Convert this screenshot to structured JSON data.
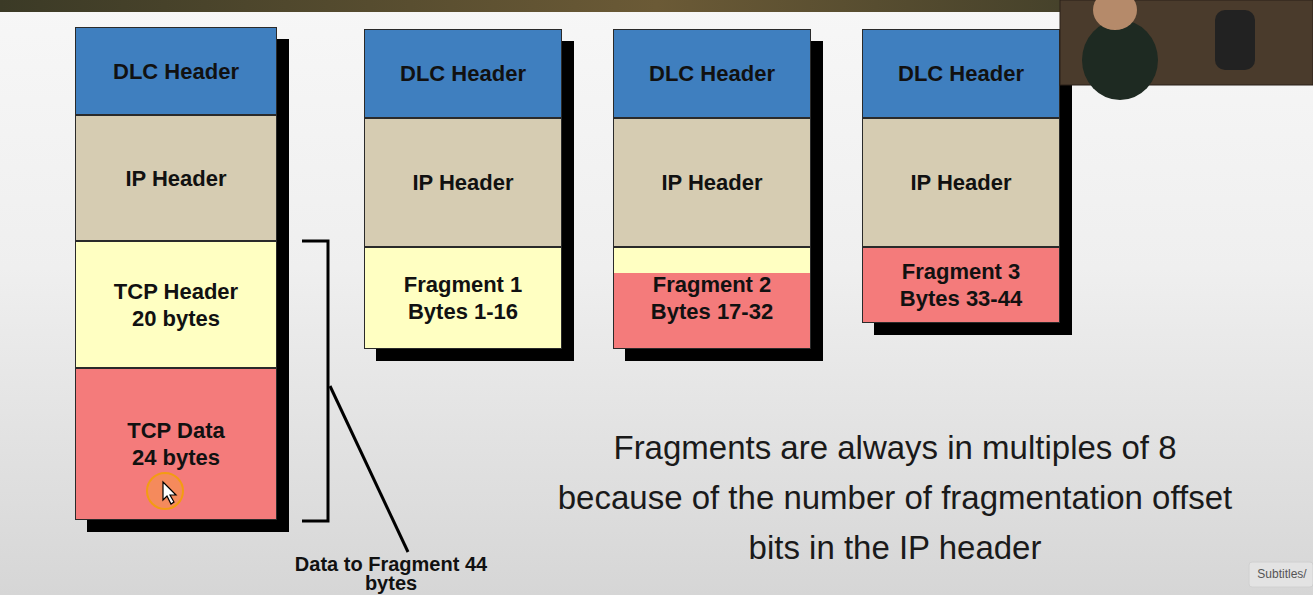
{
  "diagram": {
    "nodes": [
      {
        "text": [
          "DLC Header"
        ]
      },
      {
        "text": [
          "IP Header"
        ]
      },
      {
        "text": [
          "TCP Header 20 bytes"
        ]
      },
      {
        "text": [
          "TCP Data 24 bytes"
        ]
      },
      {
        "text": [
          "DLC Header"
        ]
      },
      {
        "text": [
          "IP Header"
        ]
      },
      {
        "text": [
          "Fragment 1 Bytes 1-16"
        ]
      },
      {
        "text": [
          "DLC Header"
        ]
      },
      {
        "text": [
          "IP Header"
        ]
      },
      {
        "text": [
          "Fragment 2 Bytes 17-32"
        ]
      },
      {
        "text": [
          "DLC Header"
        ]
      },
      {
        "text": [
          "IP Header"
        ]
      },
      {
        "text": [
          "Fragment 3 Bytes 33-44"
        ]
      }
    ],
    "labels": [
      "Data to Fragment 44 bytes",
      "Fragments are always in multiples of 8 because of the number of fragmentation offset bits in the IP header",
      "Subtitles/"
    ]
  }
}
